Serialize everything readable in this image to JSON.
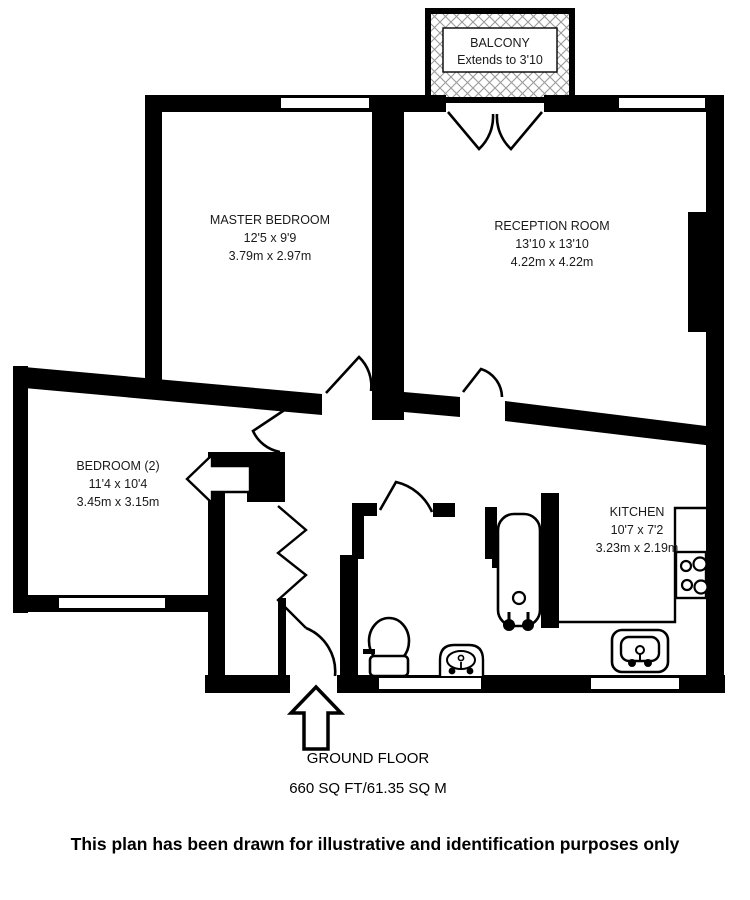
{
  "plan": {
    "balcony": {
      "name": "BALCONY",
      "note": "Extends to 3'10"
    },
    "rooms": [
      {
        "name": "MASTER BEDROOM",
        "imperial": "12'5 x 9'9",
        "metric": "3.79m x 2.97m"
      },
      {
        "name": "RECEPTION ROOM",
        "imperial": "13'10 x 13'10",
        "metric": "4.22m x 4.22m"
      },
      {
        "name": "BEDROOM (2)",
        "imperial": "11'4 x 10'4",
        "metric": "3.45m x 3.15m"
      },
      {
        "name": "KITCHEN",
        "imperial": "10'7 x 7'2",
        "metric": "3.23m x 2.19m"
      }
    ],
    "floor": {
      "label": "GROUND FLOOR",
      "area": "660 SQ FT/61.35 SQ M"
    },
    "disclaimer": "This plan has been drawn for illustrative and identification purposes only",
    "colors": {
      "wall": "#000000",
      "hatch": "#9a9a9a",
      "background": "#ffffff"
    },
    "fixtures": [
      "bathtub",
      "toilet",
      "wash-basin",
      "kitchen-sink",
      "hob",
      "entrance-arrow"
    ]
  }
}
